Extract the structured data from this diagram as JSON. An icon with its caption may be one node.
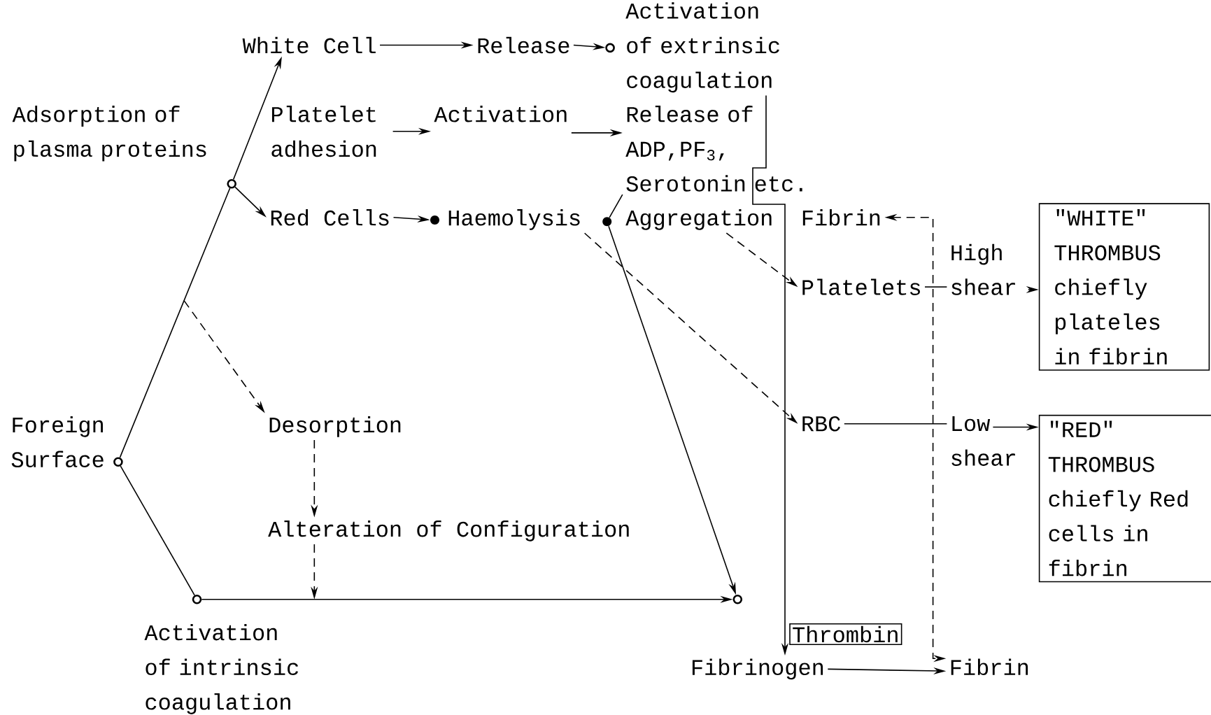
{
  "diagram": {
    "nodes": [
      {
        "text": [
          "Adsorption of plasma proteins"
        ]
      },
      {
        "text": [
          "White Cell"
        ]
      },
      {
        "text": [
          "Platelet adhesion"
        ]
      },
      {
        "text": [
          "Red Cells"
        ]
      },
      {
        "text": [
          "Release"
        ]
      },
      {
        "text": [
          "Activation"
        ]
      },
      {
        "text": [],
        "shape": "circle"
      },
      {
        "text": [
          "Activation of extrinsic coagulation"
        ]
      },
      {
        "text": [
          "Release of ADP,PF$_{3}$, Serotonin etc."
        ]
      },
      {
        "text": [],
        "shape": "circle"
      },
      {
        "text": [
          "Haemolysis"
        ]
      },
      {
        "text": [],
        "shape": "circle"
      },
      {
        "text": [
          "Aggregation"
        ]
      },
      {
        "text": [
          "Fibrin"
        ]
      },
      {
        "text": [
          "Platelets"
        ]
      },
      {
        "text": [
          "High shear"
        ]
      },
      {
        "text": [
          "\"WHITE\" THROMBUS chiefly plateles in fibrin"
        ]
      },
      {
        "text": [],
        "shape": "circle"
      },
      {
        "text": [
          "Foreign Surface"
        ]
      },
      {
        "text": [],
        "shape": "circle"
      },
      {
        "text": [
          "Desorption"
        ]
      },
      {
        "text": [
          "RBC"
        ]
      },
      {
        "text": [
          "Low shear"
        ]
      },
      {
        "text": [
          "\"RED\" THROMBUS chiefly Red cells in fibrin"
        ]
      },
      {
        "text": [
          "Alteration of Configuration"
        ]
      },
      {
        "text": [],
        "shape": "circle"
      },
      {
        "text": [],
        "shape": "circle"
      },
      {
        "text": [
          "Activation of intrinsic coagulation"
        ]
      },
      {
        "text": [
          "Thrombin"
        ]
      },
      {
        "text": [
          "Fibrinogen"
        ]
      },
      {
        "text": [
          "Fibrin"
        ]
      }
    ],
    "edges": [
      {
        "from": 19,
        "to": 17,
        "arrow": "none"
      },
      {
        "from": 17,
        "to": 1,
        "arrow": "to"
      },
      {
        "from": 17,
        "to": 3,
        "arrow": "to"
      },
      {
        "from": 1,
        "to": 4,
        "arrow": "to"
      },
      {
        "from": 4,
        "to": 6,
        "arrow": "to"
      },
      {
        "from": 2,
        "to": 5,
        "arrow": "to"
      },
      {
        "from": 5,
        "to": 8,
        "arrow": "to"
      },
      {
        "from": 3,
        "to": 9,
        "arrow": "to"
      },
      {
        "from": 11,
        "to": 8,
        "arrow": "none"
      },
      {
        "from": 7,
        "to": 29,
        "arrow": "to"
      },
      {
        "from": null,
        "to": 20,
        "arrow": "to",
        "style": "dashed"
      },
      {
        "from": 20,
        "to": 24,
        "arrow": "to",
        "style": "dashed"
      },
      {
        "from": 24,
        "to": null,
        "arrow": "to",
        "style": "dashed"
      },
      {
        "from": 10,
        "to": 21,
        "arrow": "to",
        "style": "dashed"
      },
      {
        "from": 12,
        "to": 14,
        "arrow": "to",
        "style": "dashed"
      },
      {
        "from": 13,
        "to": 30,
        "arrow": "both",
        "style": "dashed"
      },
      {
        "from": 14,
        "to": 15,
        "arrow": "none"
      },
      {
        "from": 15,
        "to": 16,
        "arrow": "to"
      },
      {
        "from": 21,
        "to": 22,
        "arrow": "none"
      },
      {
        "from": 22,
        "to": 23,
        "arrow": "to"
      },
      {
        "from": 29,
        "to": 30,
        "arrow": "to"
      },
      {
        "from": 25,
        "to": 26,
        "arrow": "to"
      },
      {
        "from": 11,
        "to": 26,
        "arrow": "to"
      },
      {
        "from": 19,
        "to": 25,
        "arrow": "none"
      }
    ]
  }
}
